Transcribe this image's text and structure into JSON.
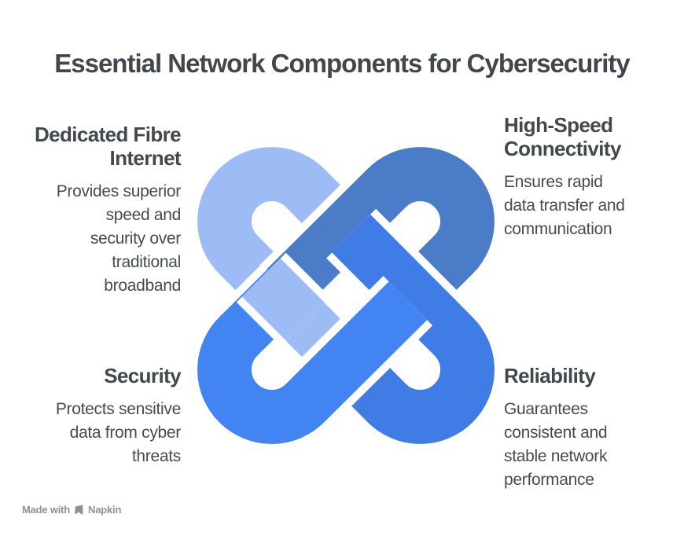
{
  "title": "Essential Network Components for Cybersecurity",
  "sections": [
    {
      "id": "dedicated-fibre-internet",
      "heading_lines": [
        "Dedicated Fibre",
        "Internet"
      ],
      "body_lines": [
        "Provides superior",
        "speed and",
        "security over",
        "traditional",
        "broadband"
      ]
    },
    {
      "id": "high-speed-connectivity",
      "heading_lines": [
        "High-Speed",
        "Connectivity"
      ],
      "body_lines": [
        "Ensures rapid",
        "data transfer and",
        "communication"
      ]
    },
    {
      "id": "security",
      "heading_lines": [
        "Security"
      ],
      "body_lines": [
        "Protects sensitive",
        "data from cyber",
        "threats"
      ]
    },
    {
      "id": "reliability",
      "heading_lines": [
        "Reliability"
      ],
      "body_lines": [
        "Guarantees",
        "consistent and",
        "stable network",
        "performance"
      ]
    }
  ],
  "knot": {
    "description": "four-interlocking-loops-knot",
    "colors": {
      "top_left": "#9DBCF5",
      "top_right": "#4A7CC7",
      "bottom_right": "#3F7CE6",
      "bottom_left": "#4384F3"
    }
  },
  "footer": {
    "made_with": "Made with",
    "brand": "Napkin",
    "icon_color": "#8D9094"
  }
}
